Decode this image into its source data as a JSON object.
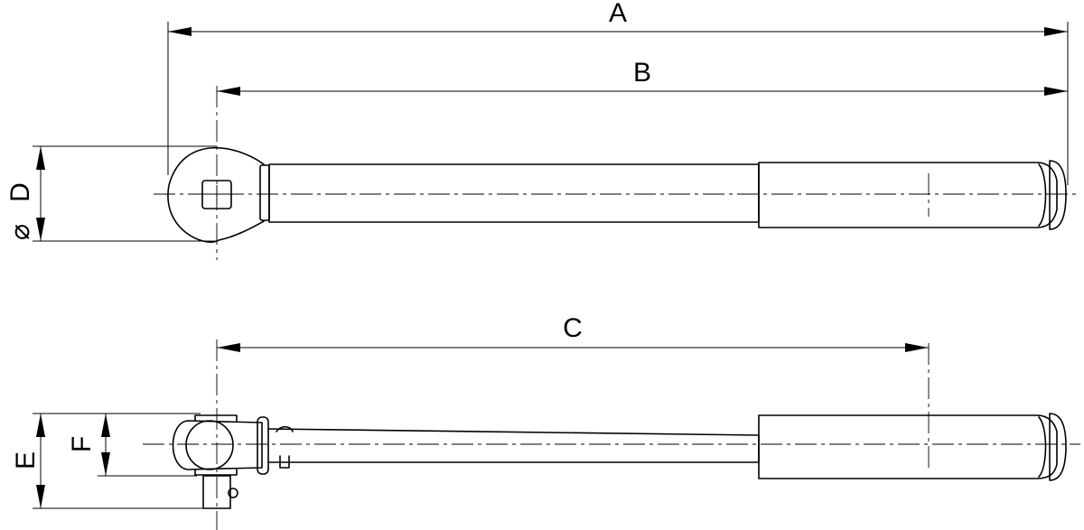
{
  "dimensions": {
    "A": "A",
    "B": "B",
    "C": "C",
    "D": "D",
    "E": "E",
    "F": "F",
    "diameter_symbol": "⌀"
  }
}
